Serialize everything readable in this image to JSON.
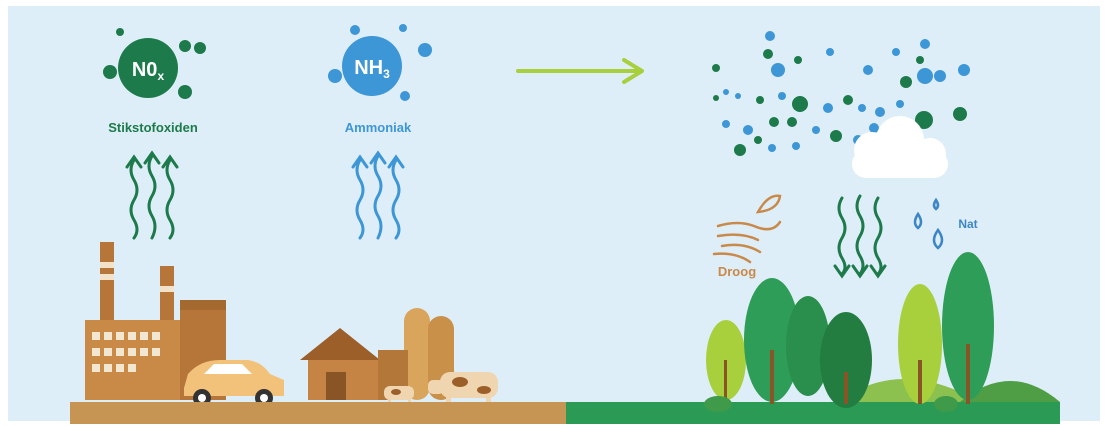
{
  "colors": {
    "background": "#deeef8",
    "nox_green": "#1d7a4a",
    "nh3_blue": "#3d96d6",
    "arrow_green": "#a8cf3c",
    "droog_brown": "#c8894a",
    "nat_blue": "#3d86c6",
    "ground_brown": "#c79553",
    "ground_green": "#2a9a55"
  },
  "nox": {
    "formula_main": "N0",
    "formula_sub": "x",
    "label": "Stikstofoxiden"
  },
  "nh3": {
    "formula_main": "NH",
    "formula_sub": "3",
    "label": "Ammoniak"
  },
  "deposition": {
    "dry_label": "Droog",
    "wet_label": "Nat"
  }
}
